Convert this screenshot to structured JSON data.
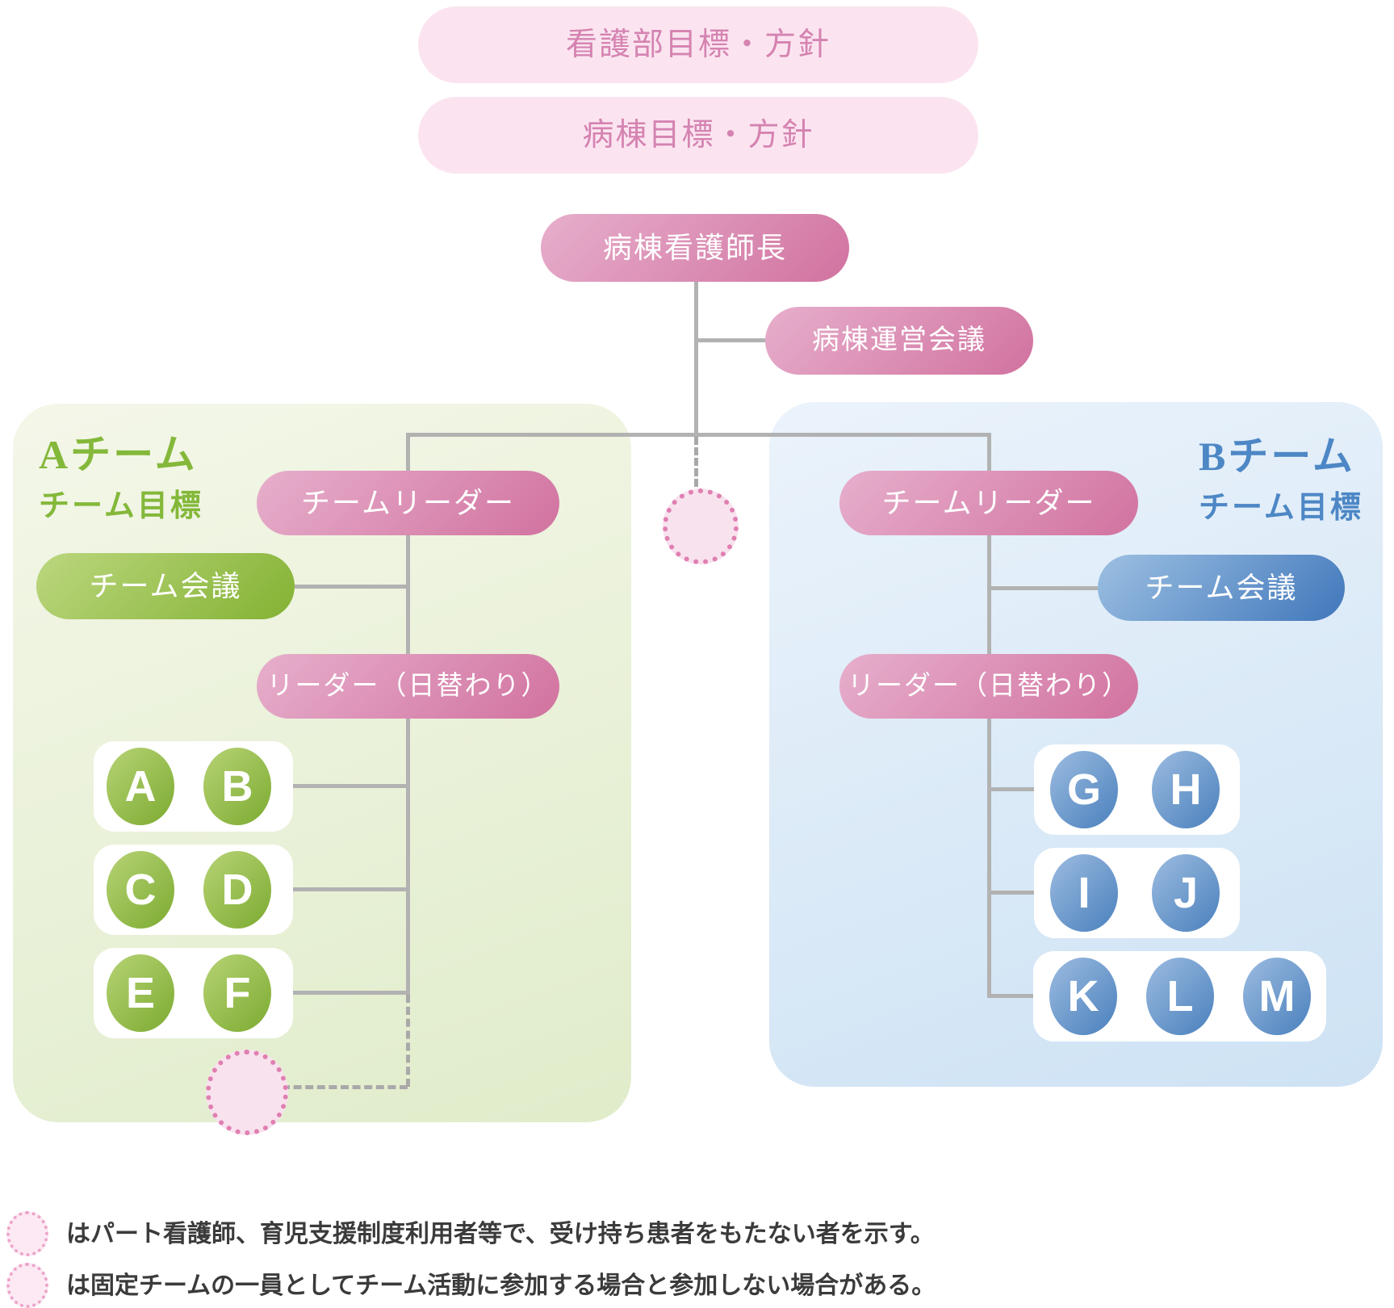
{
  "colors": {
    "pale_pink_fill": "#fbe4f0",
    "pale_pink_text": "#d583b1",
    "pink_pill_gradient": [
      "#e7afcc",
      "#d1729f"
    ],
    "green_pill_gradient": [
      "#bcd77f",
      "#83b233"
    ],
    "blue_pill_gradient": [
      "#9dc0e2",
      "#4077bb"
    ],
    "panel_a_gradient": [
      "#f4f7e9",
      "#e0ecca"
    ],
    "panel_b_gradient": [
      "#ebf3fb",
      "#cde2f4"
    ],
    "team_a_text": "#84b83a",
    "team_b_text": "#4d87c5",
    "connector_gray": "#b2b2b2",
    "dashed_circle_border": "#e07fb1",
    "legend_text": "#3b3b3b"
  },
  "nodes": {
    "dept_goal": "看護部目標・方針",
    "ward_goal": "病棟目標・方針",
    "head_nurse": "病棟看護師長",
    "ward_meeting": "病棟運営会議"
  },
  "team_a": {
    "name": "Aチーム",
    "goal": "チーム目標",
    "leader": "チームリーダー",
    "meeting": "チーム会議",
    "daily_leader": "リーダー（日替わり）",
    "member_groups": [
      [
        "A",
        "B"
      ],
      [
        "C",
        "D"
      ],
      [
        "E",
        "F"
      ]
    ]
  },
  "team_b": {
    "name": "Bチーム",
    "goal": "チーム目標",
    "leader": "チームリーダー",
    "meeting": "チーム会議",
    "daily_leader": "リーダー（日替わり）",
    "member_groups": [
      [
        "G",
        "H"
      ],
      [
        "I",
        "J"
      ],
      [
        "K",
        "L",
        "M"
      ]
    ]
  },
  "legend": {
    "items": [
      "はパート看護師、育児支援制度利用者等で、受け持ち患者をもたない者を示す。",
      "は固定チームの一員としてチーム活動に参加する場合と参加しない場合がある。"
    ]
  }
}
